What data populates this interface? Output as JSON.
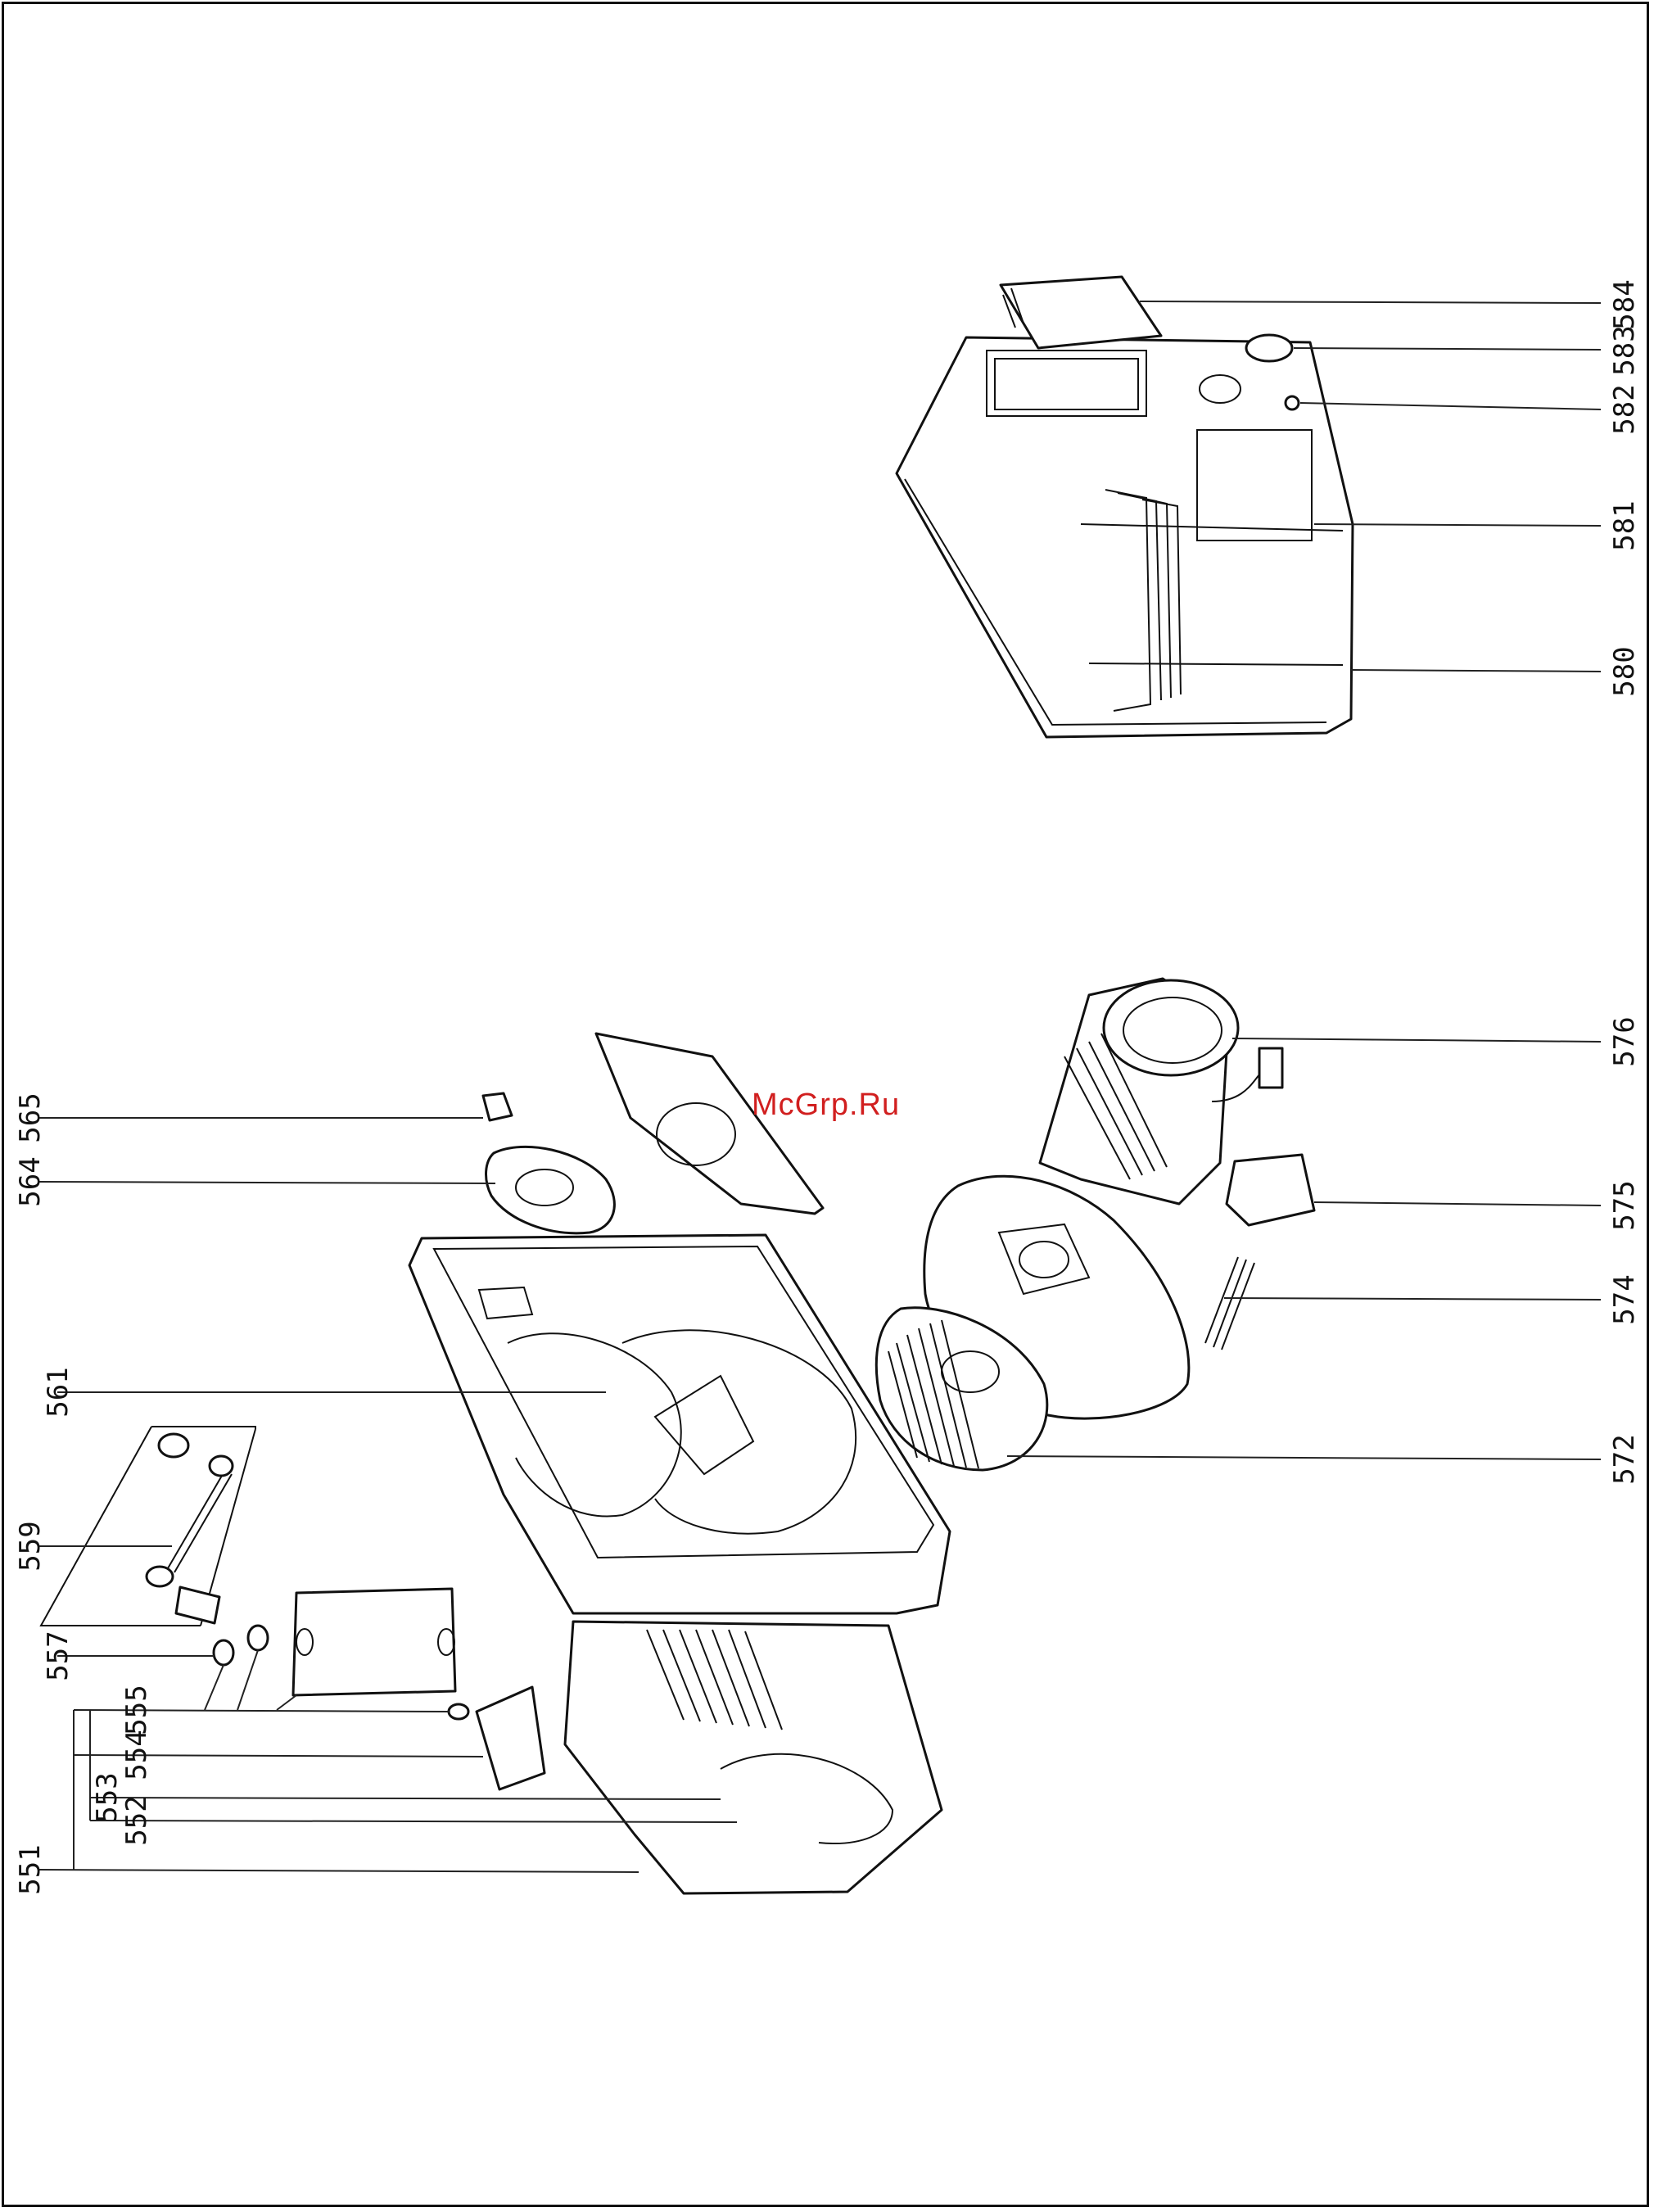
{
  "watermark": "McGrp.Ru",
  "colors": {
    "line": "#111111",
    "watermark": "#d11f1f",
    "background": "#ffffff"
  },
  "callouts": [
    "584",
    "583",
    "582",
    "581",
    "580",
    "576",
    "575",
    "574",
    "572",
    "565",
    "564",
    "561",
    "559",
    "557",
    "555",
    "554",
    "553",
    "552",
    "551"
  ]
}
